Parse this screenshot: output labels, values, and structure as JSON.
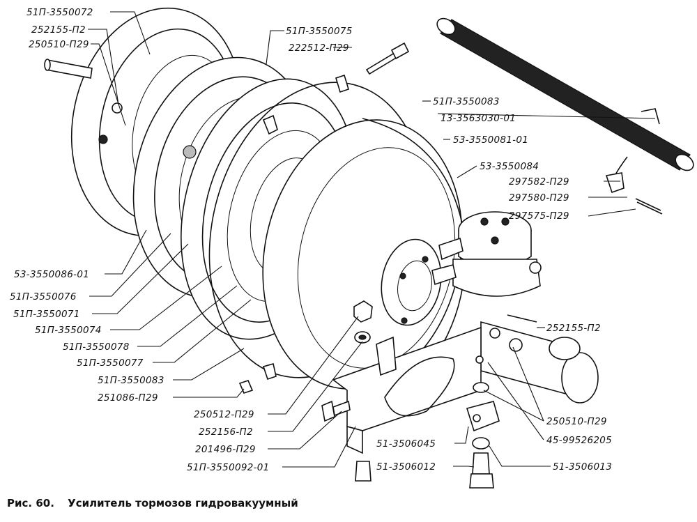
{
  "figure": {
    "caption_prefix": "Рис. 60.",
    "caption_title": "Усилитель тормозов гидровакуумный"
  },
  "labels": {
    "l01": "51П-3550072",
    "l02": "252155-П2",
    "l03": "250510-П29",
    "l04": "51П-3550075",
    "l05": "222512-П29",
    "l06": "51П-3550083",
    "l07": "13-3563030-01",
    "l08": "53-3550081-01",
    "l09": "53-3550084",
    "l10": "297582-П29",
    "l11": "297580-П29",
    "l12": "297575-П29",
    "l13": "53-3550086-01",
    "l14": "51П-3550076",
    "l15": "51П-3550071",
    "l16": "51П-3550074",
    "l17": "51П-3550078",
    "l18": "51П-3550077",
    "l19": "51П-3550083",
    "l20": "251086-П29",
    "l21": "250512-П29",
    "l22": "252156-П2",
    "l23": "201496-П29",
    "l24": "51П-3550092-01",
    "l25": "252155-П2",
    "l26": "250510-П29",
    "l27": "45-99526205",
    "l28": "51-3506045",
    "l29": "51-3506012",
    "l30": "51-3506013"
  }
}
